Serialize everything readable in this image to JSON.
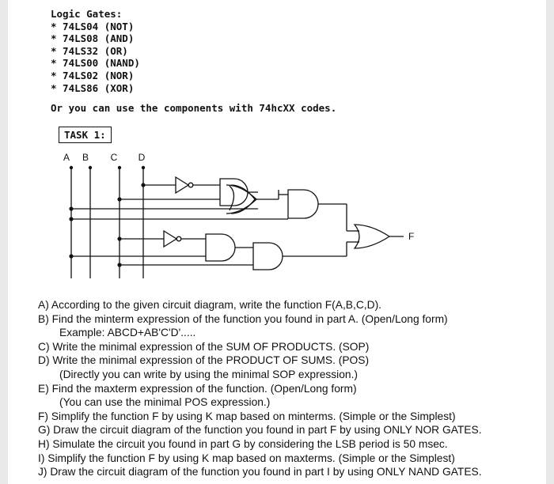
{
  "gates": {
    "title": "Logic Gates:",
    "items": [
      "* 74LS04 (NOT)",
      "* 74LS08 (AND)",
      "* 74LS32 (OR)",
      "* 74LS00 (NAND)",
      "* 74LS02 (NOR)",
      "* 74LS86 (XOR)"
    ]
  },
  "note": "Or you can use the components with 74hcXX codes.",
  "task_label": "TASK 1:",
  "circuit": {
    "inputs": [
      "A",
      "B",
      "C",
      "D"
    ],
    "output": "F"
  },
  "questions": [
    "A) According to the given circuit diagram, write the function F(A,B,C,D).",
    "B) Find the minterm expression of the function you found in part A. (Open/Long form)",
    "Example: ABCD+AB'C'D'.....",
    "C) Write the minimal expression of the SUM OF PRODUCTS. (SOP)",
    "D) Write the minimal expression of the PRODUCT OF SUMS. (POS)",
    "(Directly you can write by using the minimal SOP expression.)",
    "E) Find the maxterm expression of the function. (Open/Long form)",
    "(You can use the minimal POS expression.)",
    "F) Simplify the function F by using K map based on minterms. (Simple or the Simplest)",
    "G) Draw the circuit diagram of the function you found in part F by using ONLY NOR GATES.",
    "H) Simulate the circuit you found in part G by considering the LSB period is 50 msec.",
    "I) Simplify the function F by using K map based on maxterms. (Simple or the Simplest)",
    "J) Draw the circuit diagram of the function you found in part I by using ONLY NAND GATES."
  ]
}
